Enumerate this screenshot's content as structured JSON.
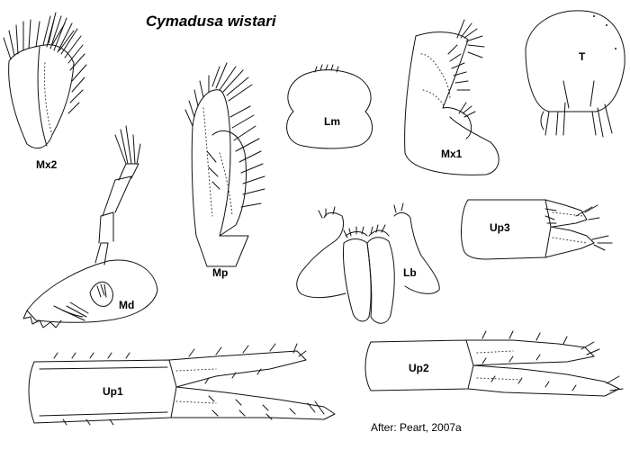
{
  "title": "Cymadusa wistari",
  "credit": "After: Peart, 2007a",
  "labels": {
    "mx2": "Mx2",
    "md": "Md",
    "mp": "Mp",
    "lm": "Lm",
    "mx1": "Mx1",
    "t": "T",
    "lb": "Lb",
    "up3": "Up3",
    "up1": "Up1",
    "up2": "Up2"
  }
}
